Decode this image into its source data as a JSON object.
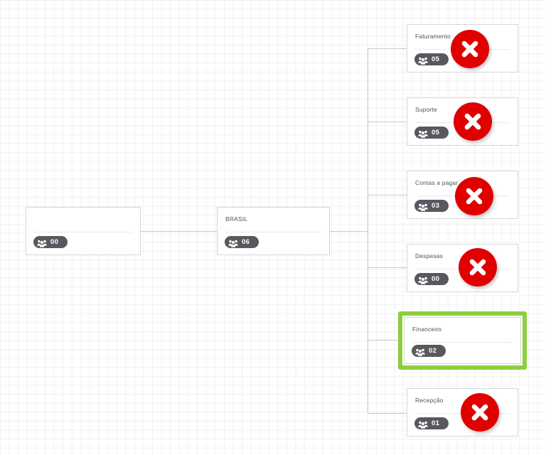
{
  "chart": {
    "type": "org-tree",
    "background": "grid",
    "accent_green": "#8ccf3e",
    "delete_red": "#e00000",
    "badge_bg": "#58595f",
    "line_color": "#c9c9cc"
  },
  "nodes": {
    "root": {
      "title": "",
      "count": "00",
      "deletable": false,
      "selected": false
    },
    "country": {
      "title": "BRASIL",
      "count": "06",
      "deletable": false,
      "selected": false
    },
    "children": [
      {
        "title": "Faturamento",
        "count": "05",
        "deletable": true,
        "selected": false
      },
      {
        "title": "Suporte",
        "count": "05",
        "deletable": true,
        "selected": false
      },
      {
        "title": "Contas a pagar",
        "count": "03",
        "deletable": true,
        "selected": false
      },
      {
        "title": "Despesas",
        "count": "00",
        "deletable": true,
        "selected": false
      },
      {
        "title": "Financeiro",
        "count": "02",
        "deletable": false,
        "selected": true
      },
      {
        "title": "Recepção",
        "count": "01",
        "deletable": true,
        "selected": false
      }
    ]
  },
  "icons": {
    "members": "group-people-icon",
    "delete": "close-x-icon"
  }
}
